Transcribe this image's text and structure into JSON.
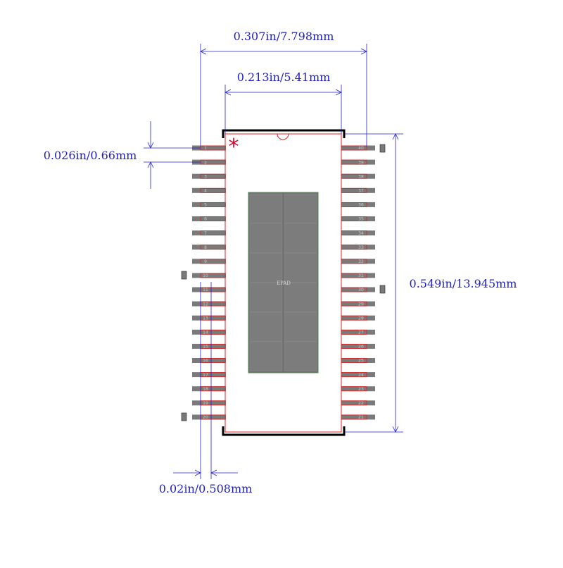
{
  "dimensions": {
    "overall_width": "0.307in/7.798mm",
    "body_width": "0.213in/5.41mm",
    "pin_pitch": "0.026in/0.66mm",
    "body_length": "0.549in/13.945mm",
    "pad_width": "0.02in/0.508mm"
  },
  "pin_one_marker": "*",
  "epad_label": "EPAD",
  "left_pins": [
    "1",
    "2",
    "3",
    "4",
    "5",
    "6",
    "7",
    "8",
    "9",
    "10",
    "11",
    "12",
    "13",
    "14",
    "15",
    "16",
    "17",
    "18",
    "19",
    "20"
  ],
  "right_pins": [
    "40",
    "39",
    "38",
    "37",
    "36",
    "35",
    "34",
    "33",
    "32",
    "31",
    "30",
    "29",
    "28",
    "27",
    "26",
    "25",
    "24",
    "23",
    "22",
    "21"
  ],
  "colors": {
    "dimension": "#2020c8",
    "outline": "#e02020",
    "silkscreen": "#000000",
    "pad": "#7a7a7a",
    "marker": "#e00030"
  }
}
